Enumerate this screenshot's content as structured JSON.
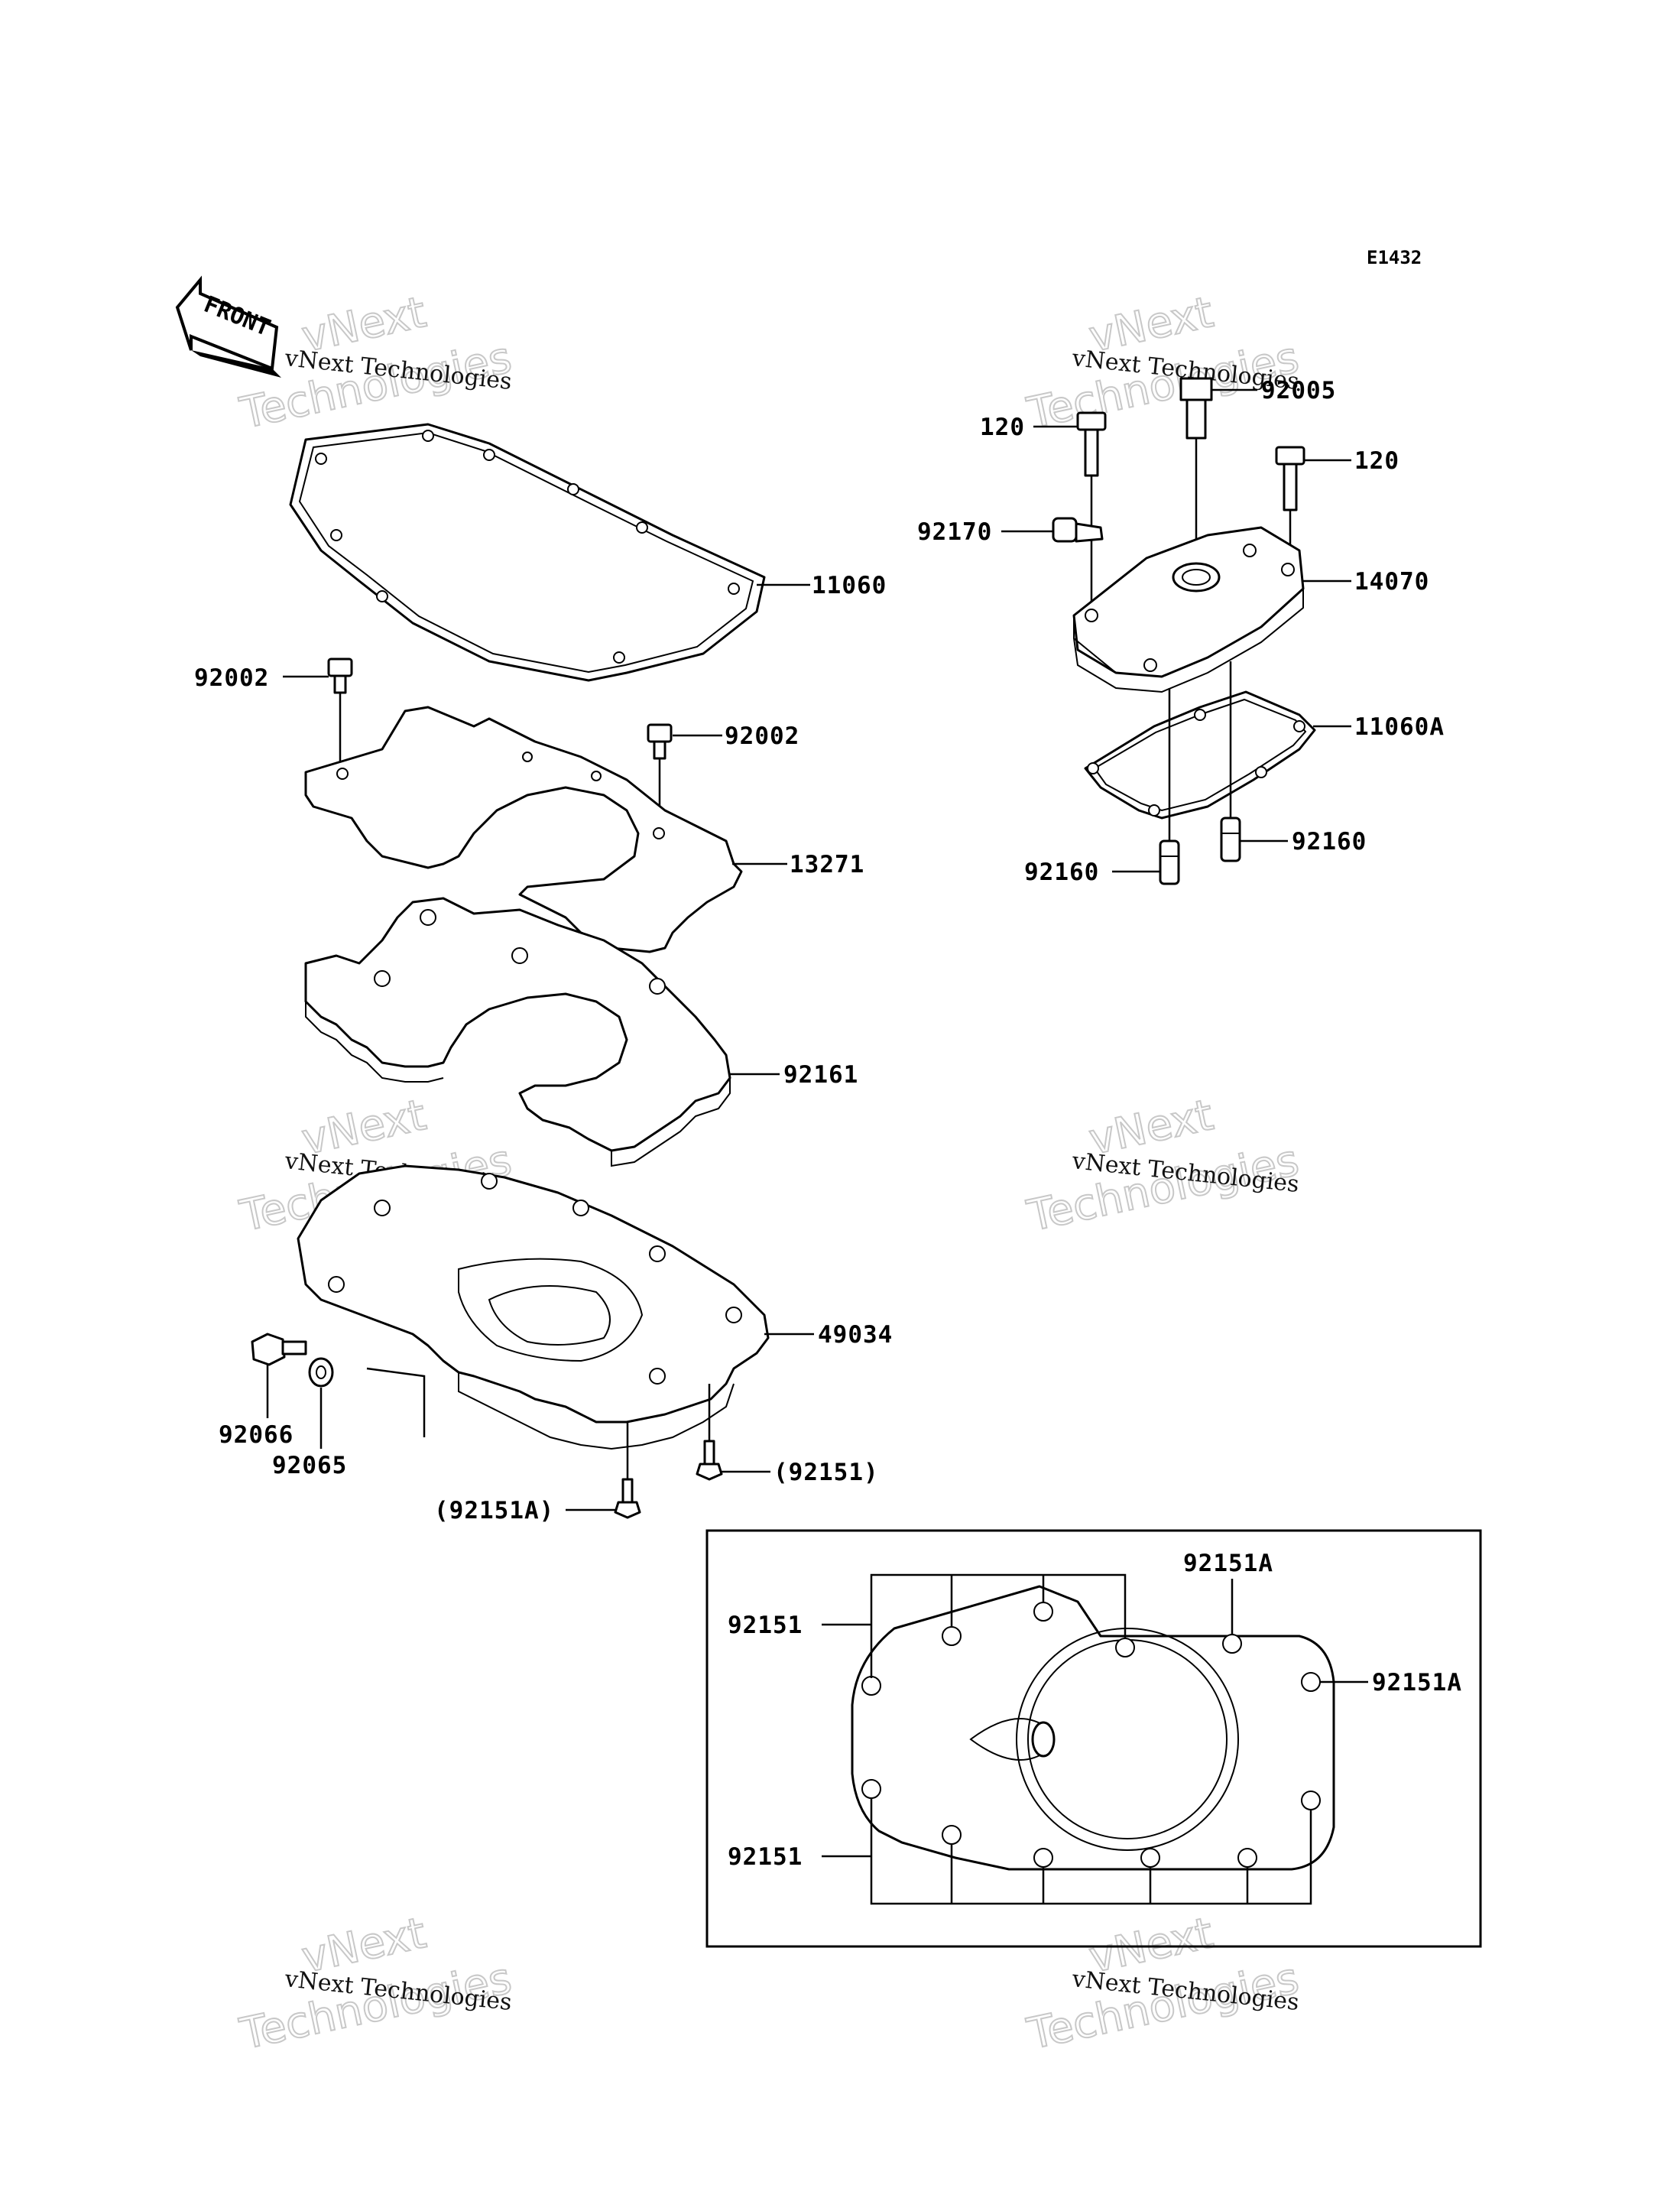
{
  "diagram_code": "E1432",
  "front_label": "FRONT",
  "watermark": {
    "line1": "vNext Technologies",
    "line2": "vNext",
    "line3": "Technologies"
  },
  "labels": {
    "p11060": "11060",
    "p92002a": "92002",
    "p92002b": "92002",
    "p13271": "13271",
    "p92161": "92161",
    "p49034": "49034",
    "p92066": "92066",
    "p92065": "92065",
    "p92151_paren": "(92151)",
    "p92151A_paren": "(92151A)",
    "p120a": "120",
    "p92005": "92005",
    "p120b": "120",
    "p92170": "92170",
    "p14070": "14070",
    "p11060A": "11060A",
    "p92160a": "92160",
    "p92160b": "92160",
    "inset_92151A_top": "92151A",
    "inset_92151A_right": "92151A",
    "inset_92151_top": "92151",
    "inset_92151_bottom": "92151"
  }
}
